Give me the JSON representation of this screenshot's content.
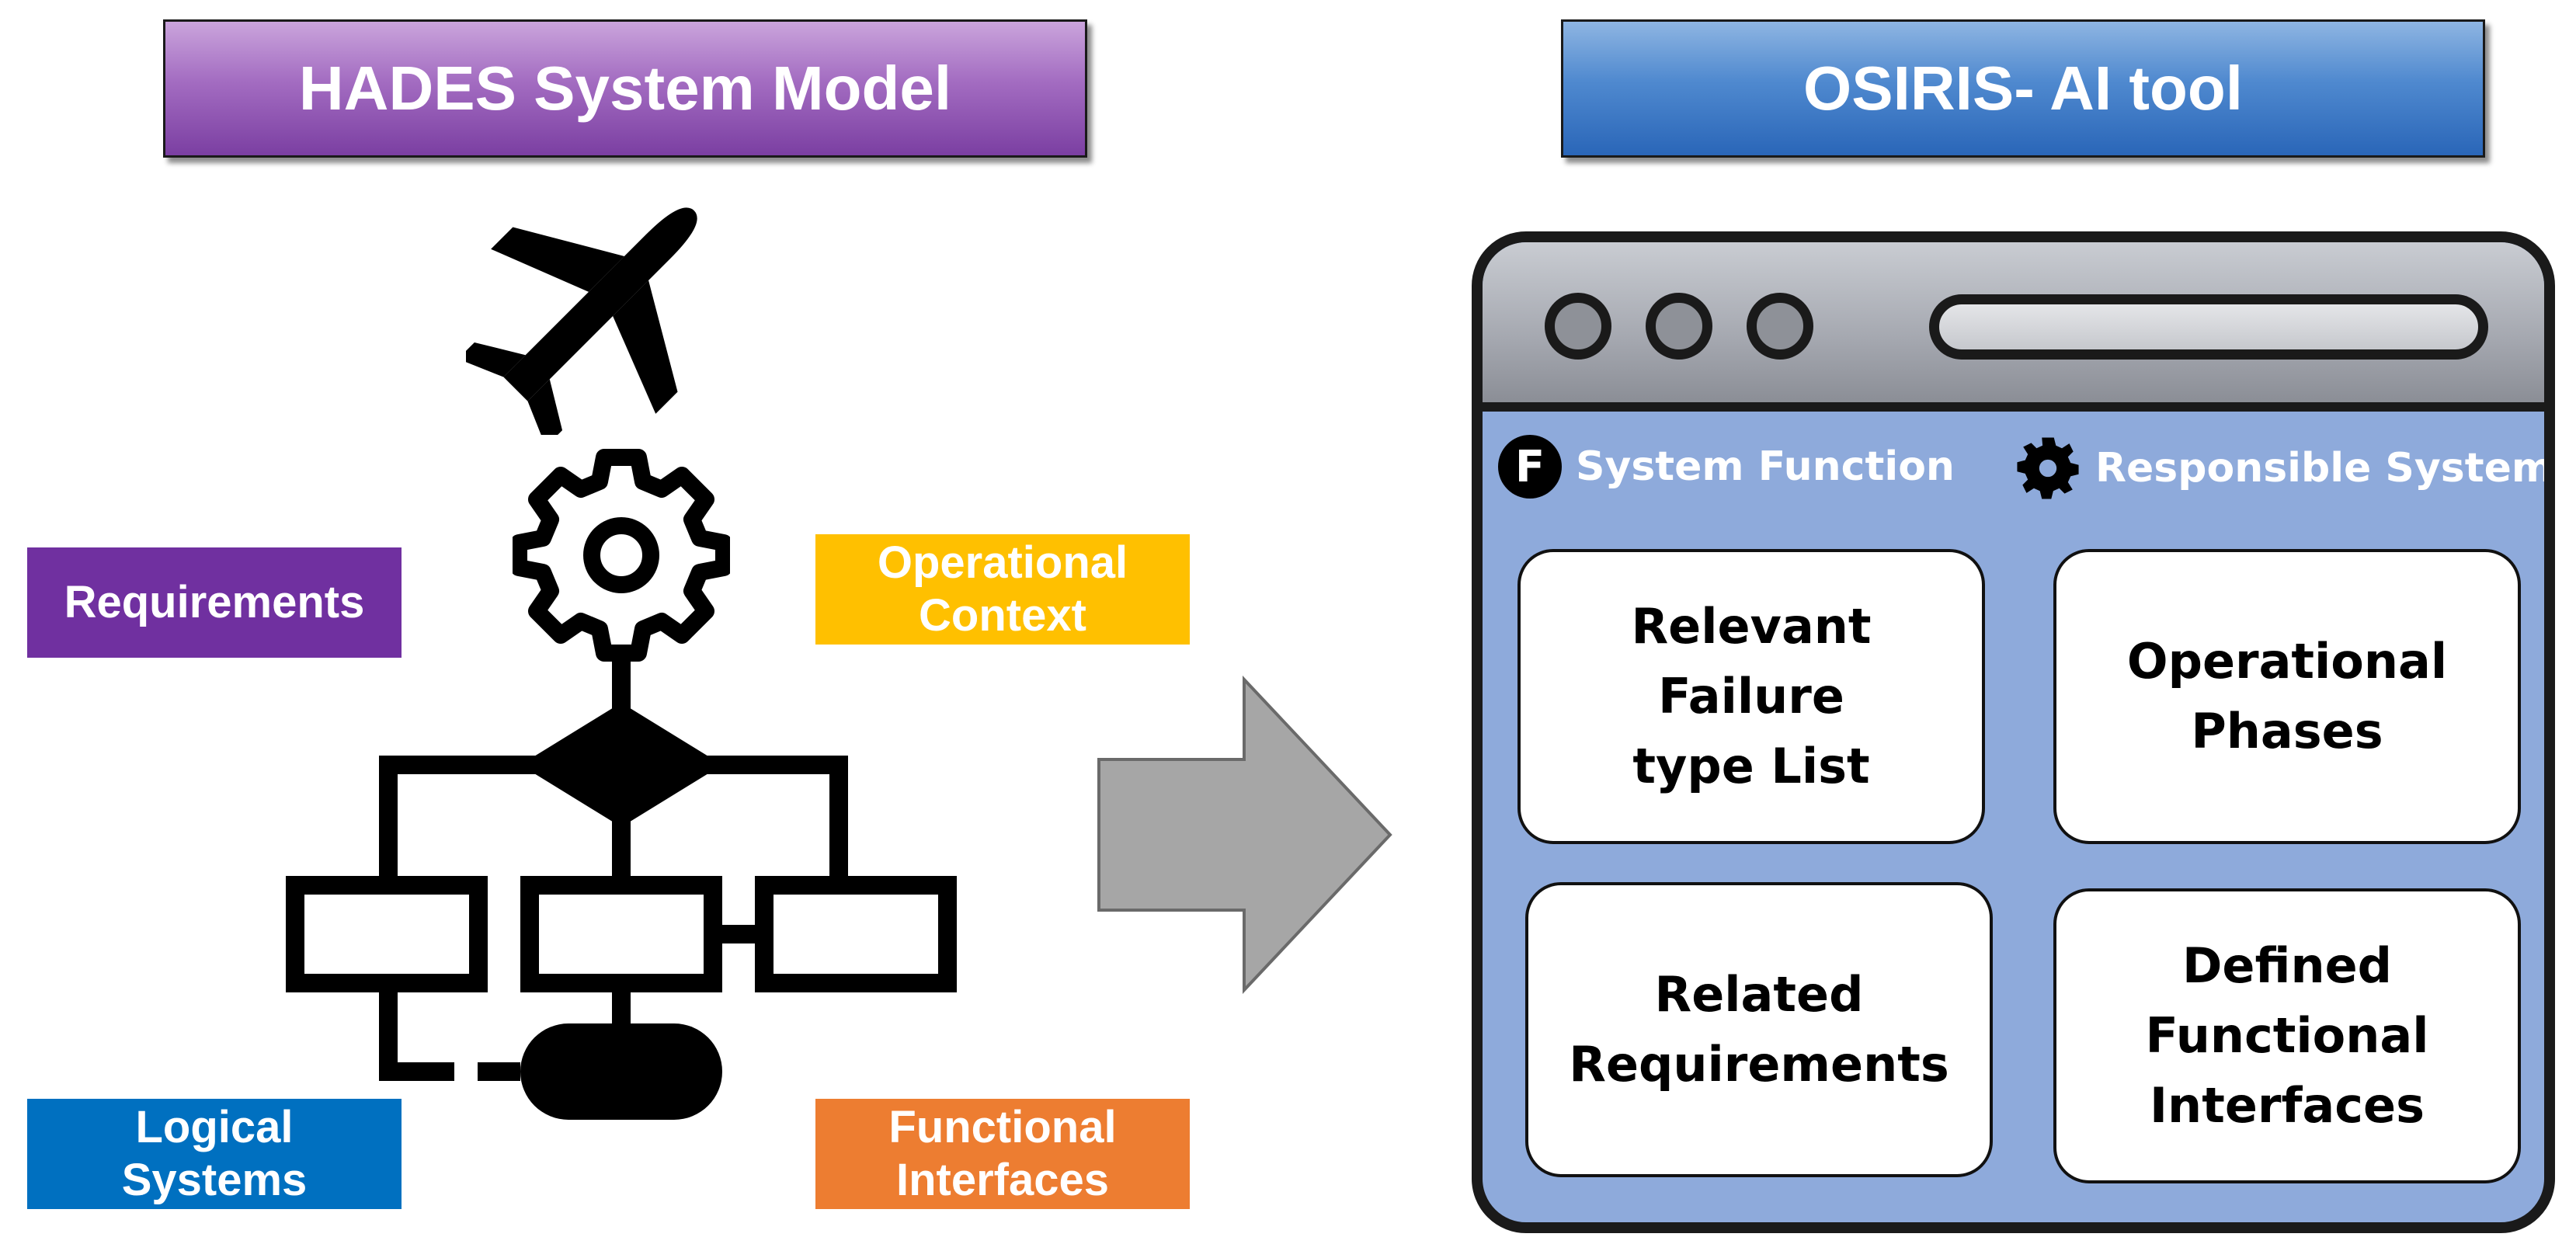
{
  "left_panel": {
    "title": "HADES System Model",
    "labels": {
      "requirements": "Requirements",
      "operational_context": "Operational\nContext",
      "logical_systems": "Logical\nSystems",
      "functional_interfaces": "Functional\nInterfaces"
    },
    "icons": [
      "airplane-icon",
      "gear-icon",
      "flowchart-icon"
    ]
  },
  "arrow": {
    "icon": "right-arrow-icon",
    "color": "#a6a6a6"
  },
  "right_panel": {
    "title": "OSIRIS- AI tool",
    "header_left": {
      "icon_letter": "F",
      "label": "System Function"
    },
    "header_right": {
      "icon": "gear-icon",
      "label": "Responsible System"
    },
    "cards": [
      "Relevant Failure\ntype List",
      "Operational\nPhases",
      "Related\nRequirements",
      "Defined\nFunctional\nInterfaces"
    ]
  },
  "colors": {
    "purple": "#7030a0",
    "yellow": "#ffc000",
    "blue": "#0070c0",
    "orange": "#ed7d31",
    "window_body": "#8eaadb"
  }
}
